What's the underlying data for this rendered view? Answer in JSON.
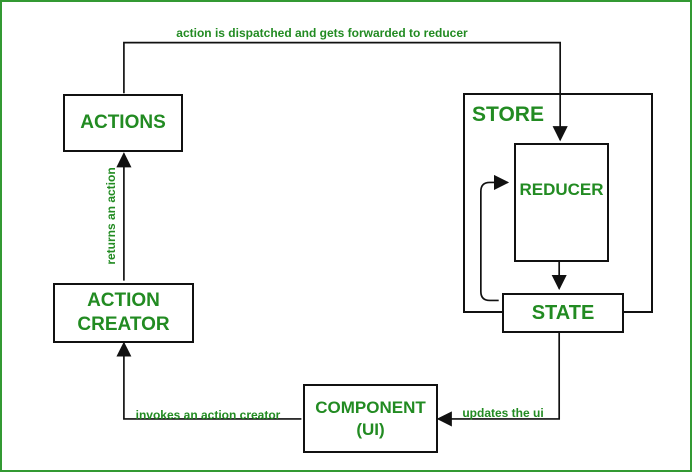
{
  "colors": {
    "text_green": "#228B22",
    "frame_green": "#339933",
    "line_black": "#111111"
  },
  "nodes": {
    "actions": "ACTIONS",
    "action_creator": "ACTION\nCREATOR",
    "store": "STORE",
    "reducer": "REDUCER",
    "state": "STATE",
    "component_ui": "COMPONENT\n(UI)"
  },
  "edge_labels": {
    "dispatch": "action is dispatched and gets forwarded to reducer",
    "returns_action": "returns an action",
    "invokes_action_creator": "invokes an action creator",
    "updates_ui": "updates the ui"
  }
}
